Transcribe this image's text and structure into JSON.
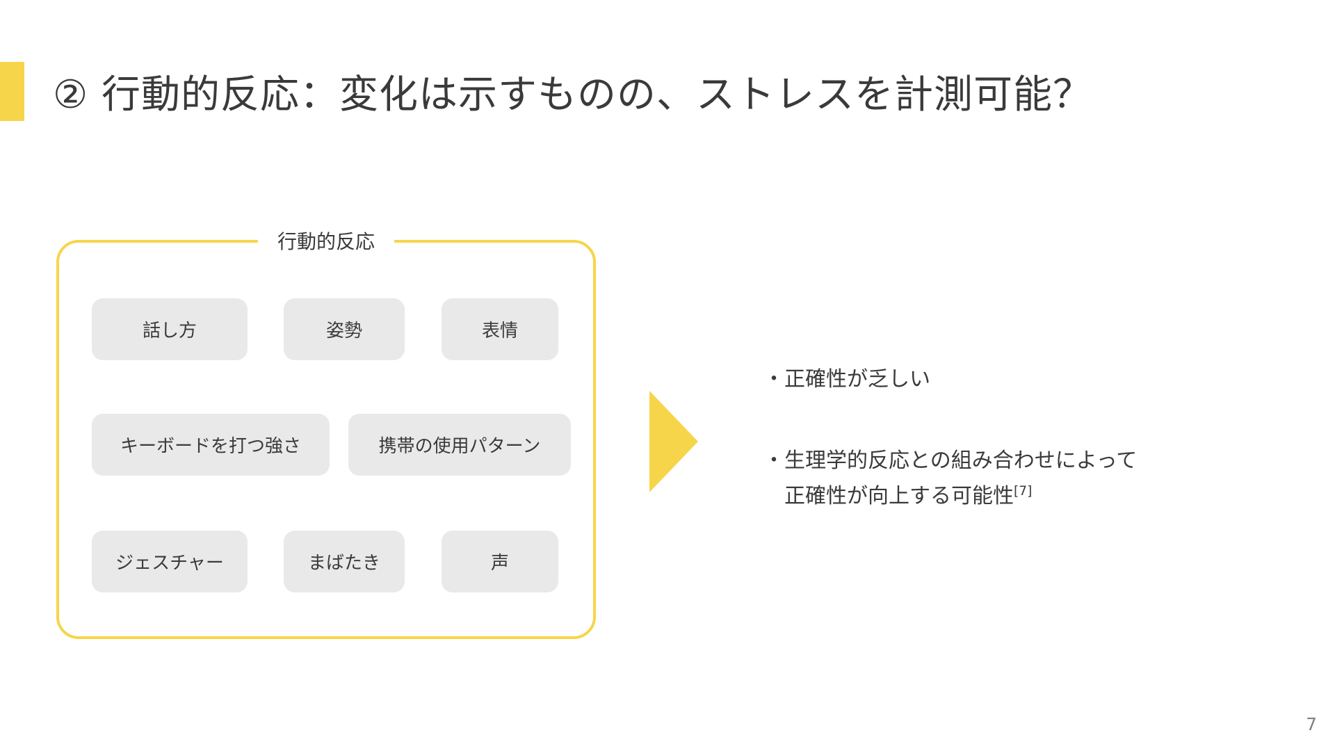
{
  "slide": {
    "title": "② 行動的反応：変化は示すものの、ストレスを計測可能？",
    "page_number": "7"
  },
  "diagram": {
    "box_label": "行動的反応",
    "chips": {
      "row1": [
        "話し方",
        "姿勢",
        "表情"
      ],
      "row2": [
        "キーボードを打つ強さ",
        "携帯の使用パターン"
      ],
      "row3": [
        "ジェスチャー",
        "まばたき",
        "声"
      ]
    }
  },
  "notes": {
    "bullet1": "・正確性が乏しい",
    "bullet2_line1": "・生理学的反応との組み合わせによって",
    "bullet2_line2": "正確性が向上する可能性",
    "bullet2_ref": "[7]"
  },
  "colors": {
    "accent_yellow": "#F7D54A",
    "chip_bg": "#E9E9E9",
    "text_dark": "#3A3A3A",
    "page_number_gray": "#808080"
  }
}
